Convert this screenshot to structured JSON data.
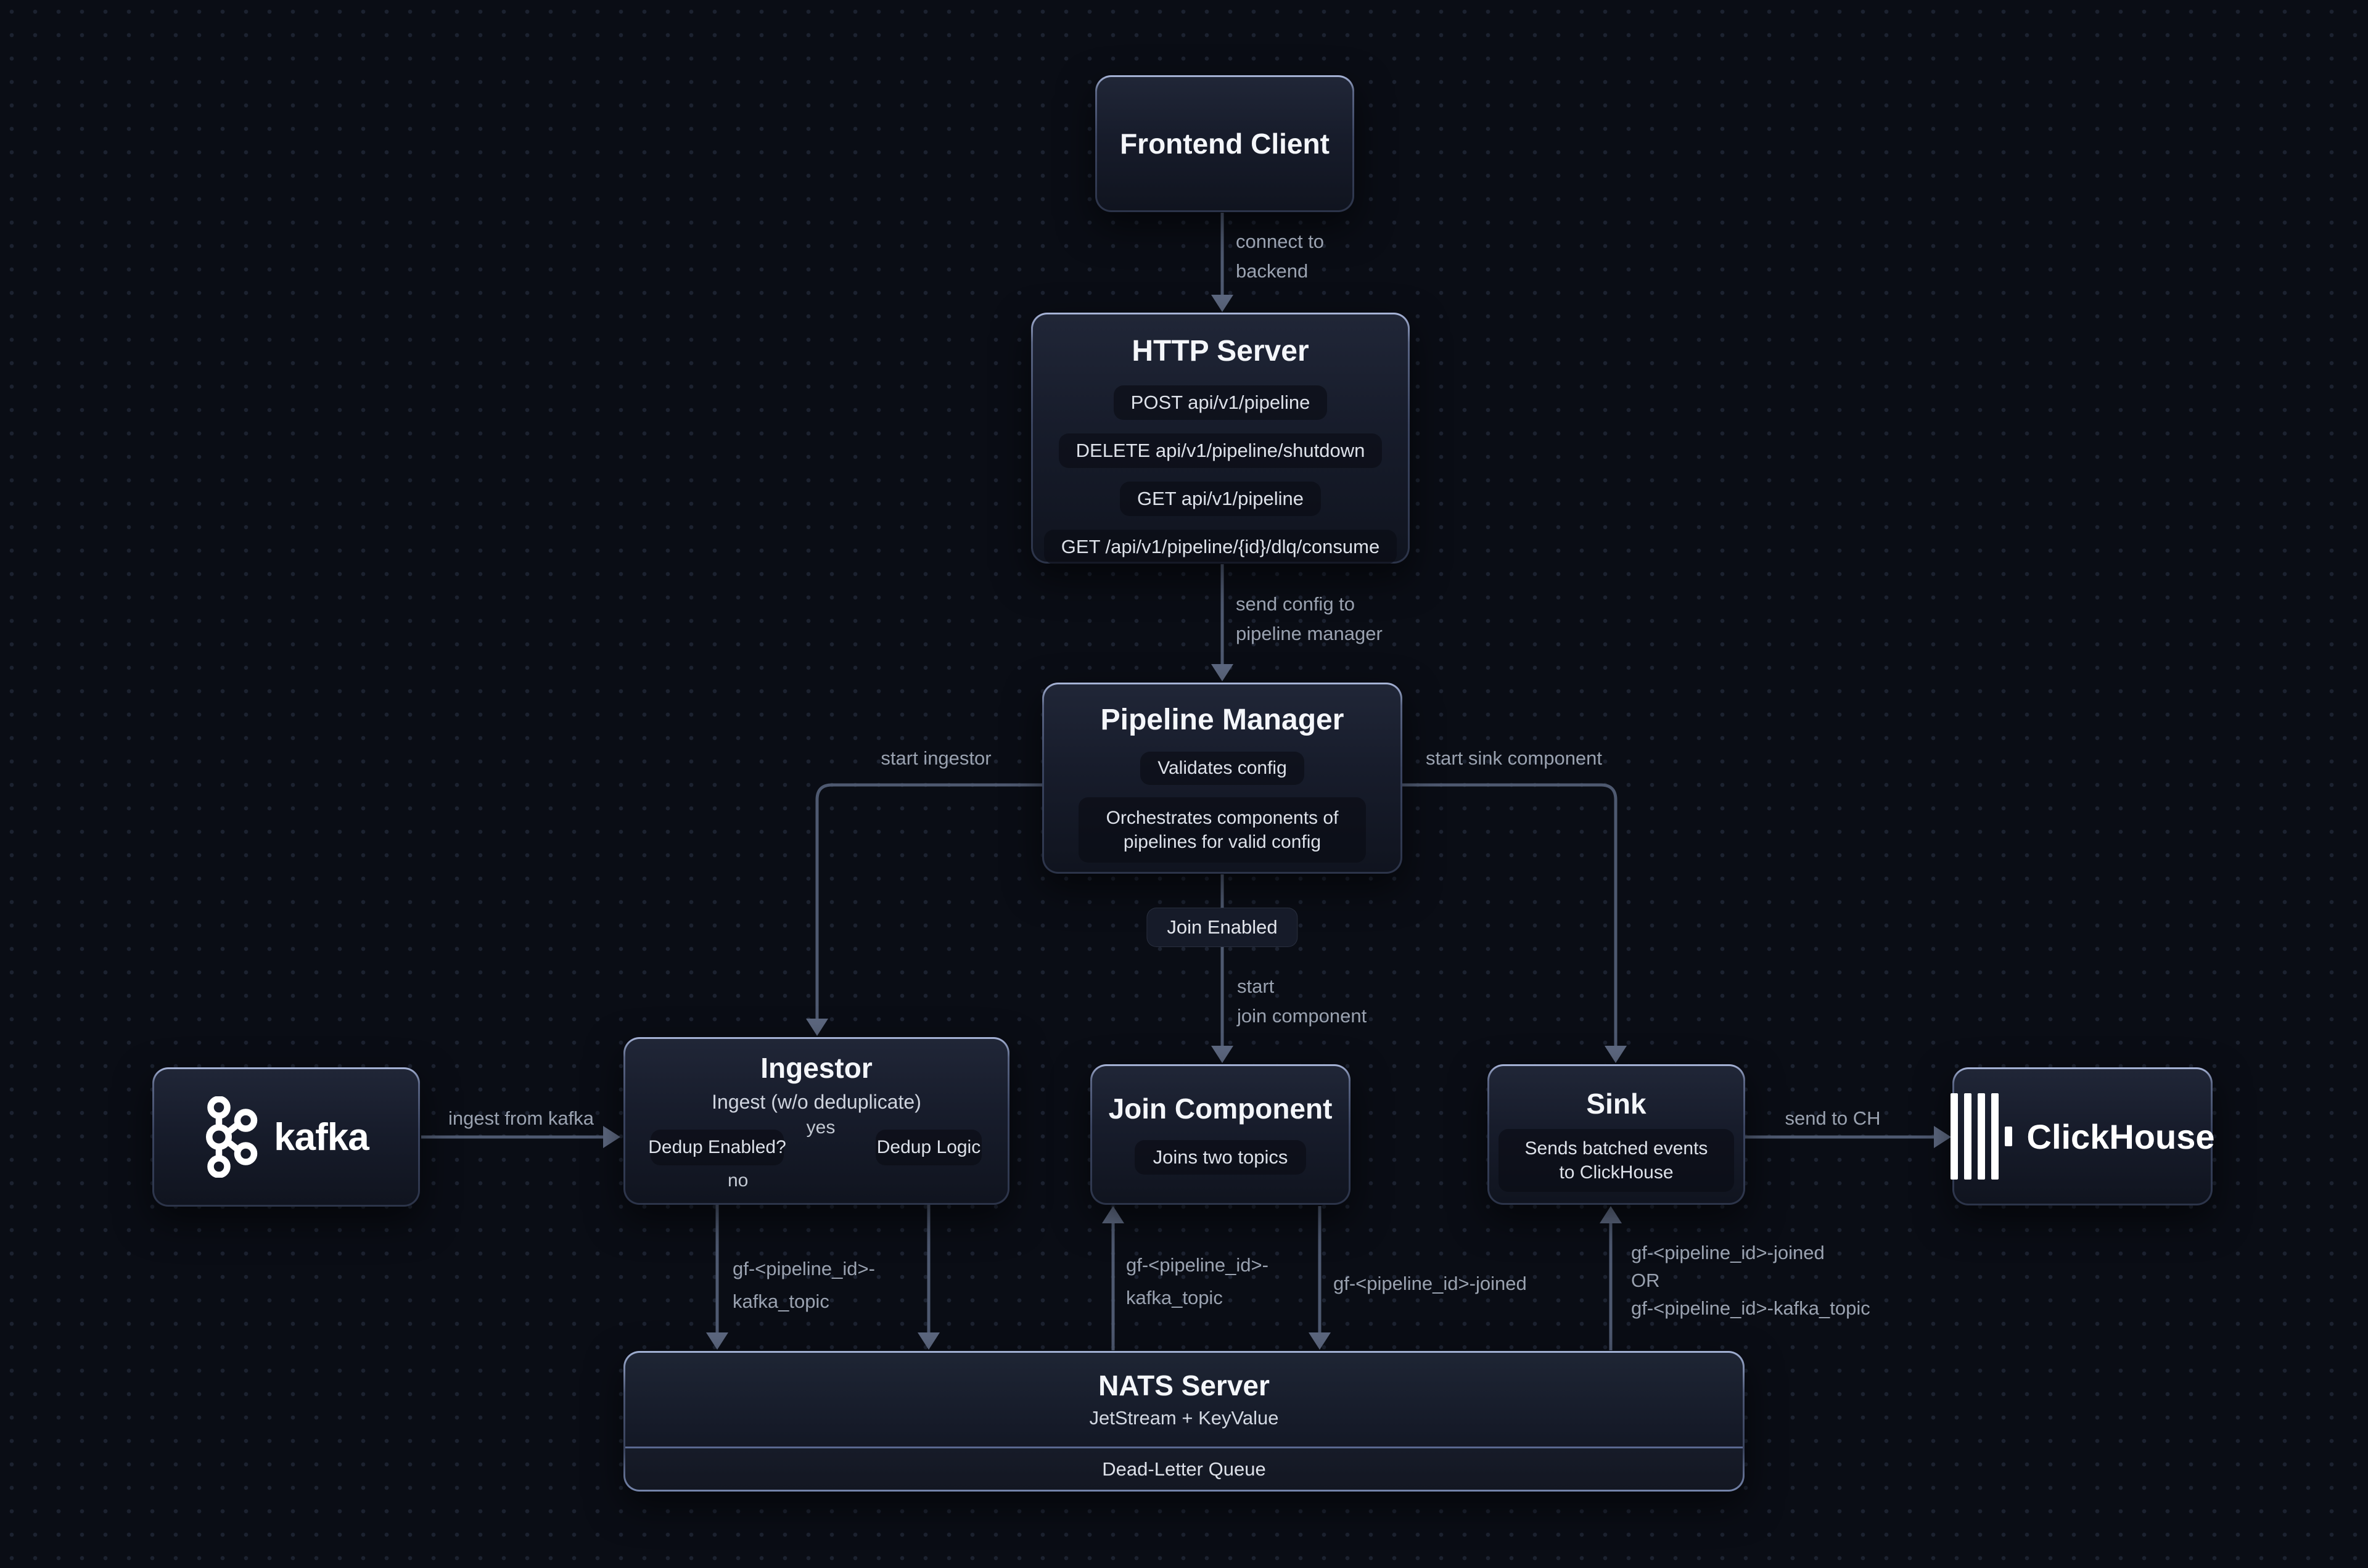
{
  "colors": {
    "background": "#0a0d15",
    "node_border_top": "#a8b5d8",
    "node_fill_top": "#202637",
    "node_fill_bottom": "#10141f",
    "edge_line": "#4e5970",
    "edge_arrow": "#5d6880",
    "title_text": "#f4f6fa",
    "label_text": "#9aa2b0"
  },
  "nodes": {
    "frontend_client": {
      "title": "Frontend Client"
    },
    "http_server": {
      "title": "HTTP Server",
      "endpoints": [
        "POST api/v1/pipeline",
        "DELETE api/v1/pipeline/shutdown",
        "GET api/v1/pipeline",
        "GET /api/v1/pipeline/{id}/dlq/consume"
      ]
    },
    "pipeline_manager": {
      "title": "Pipeline Manager",
      "capabilities": [
        "Validates config",
        "Orchestrates components of pipelines for valid config"
      ]
    },
    "ingestor": {
      "title": "Ingestor",
      "subtitle": "Ingest (w/o deduplicate)",
      "dedup_check": "Dedup Enabled?",
      "dedup_logic": "Dedup Logic"
    },
    "kafka": {
      "label": "kafka"
    },
    "join_component": {
      "title": "Join Component",
      "pill": "Joins two topics"
    },
    "sink": {
      "title": "Sink",
      "pill": "Sends batched events to ClickHouse"
    },
    "clickhouse": {
      "label": "ClickHouse"
    },
    "nats_server": {
      "title": "NATS Server",
      "subtitle": "JetStream + KeyValue",
      "dlq": "Dead-Letter Queue"
    }
  },
  "edges": {
    "frontend_to_http": {
      "label_lines": [
        "connect to",
        "backend"
      ]
    },
    "http_to_pm": {
      "label_lines": [
        "send config to",
        "pipeline manager"
      ]
    },
    "pm_to_ingestor": {
      "label": "start ingestor"
    },
    "pm_to_sink": {
      "label": "start sink component"
    },
    "pm_to_join": {
      "condition": "Join Enabled",
      "label_lines": [
        "start",
        "join component"
      ]
    },
    "kafka_to_ingestor": {
      "label": "ingest from kafka"
    },
    "dedup_yes": {
      "label": "yes"
    },
    "dedup_no": {
      "label": "no"
    },
    "ingestor_to_nats": {
      "label_lines": [
        "gf-<pipeline_id>-",
        "kafka_topic"
      ]
    },
    "nats_to_join": {
      "label_lines": [
        "gf-<pipeline_id>-",
        "kafka_topic"
      ]
    },
    "join_to_nats": {
      "label": "gf-<pipeline_id>-joined"
    },
    "nats_to_sink": {
      "label_lines": [
        "gf-<pipeline_id>-joined",
        "OR",
        "gf-<pipeline_id>-kafka_topic"
      ]
    },
    "sink_to_ch": {
      "label": "send to CH"
    }
  }
}
